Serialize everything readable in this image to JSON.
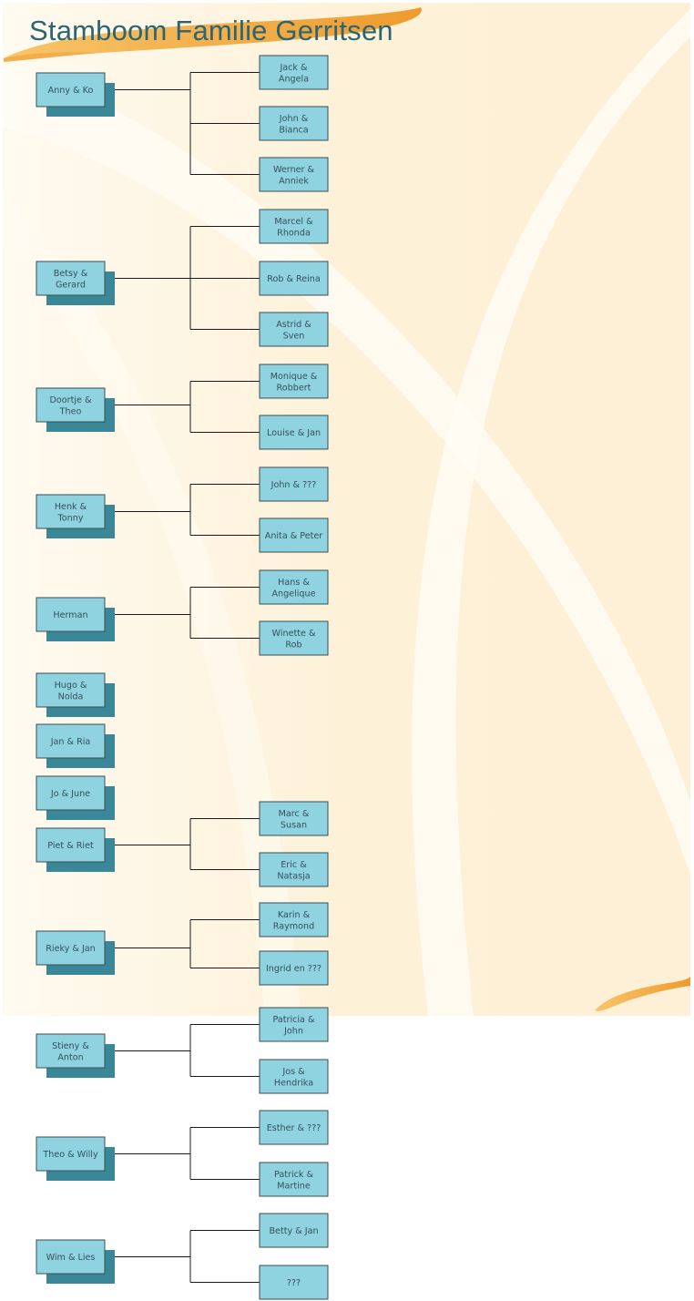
{
  "title": "Stamboom Familie Gerritsen",
  "colors": {
    "box_fill": "#8fd3e0",
    "box_border": "#3c4c52",
    "box_shadow": "#3a8797",
    "title": "#2b6574",
    "background_cream": "#fdf3dc",
    "accent_orange": "#f0a43c"
  },
  "families": [
    {
      "parents": [
        "Anny & Ko"
      ],
      "children": [
        [
          "Jack &",
          "Angela"
        ],
        [
          "John &",
          "Bianca"
        ],
        [
          "Werner  &",
          "Anniek"
        ]
      ]
    },
    {
      "parents": [
        "Betsy &",
        "Gerard"
      ],
      "children": [
        [
          "Marcel &",
          "Rhonda"
        ],
        [
          "Rob & Reina"
        ],
        [
          "Astrid &",
          "Sven"
        ]
      ]
    },
    {
      "parents": [
        "Doortje &",
        "Theo"
      ],
      "children": [
        [
          "Monique &",
          "Robbert"
        ],
        [
          "Louise & Jan"
        ]
      ]
    },
    {
      "parents": [
        "Henk &",
        "Tonny"
      ],
      "children": [
        [
          "John & ???"
        ],
        [
          "Anita & Peter"
        ]
      ]
    },
    {
      "parents": [
        "Herman"
      ],
      "children": [
        [
          "Hans &",
          "Angelique"
        ],
        [
          "Winette &",
          "Rob"
        ]
      ]
    },
    {
      "parents": [
        "Hugo &",
        "Nolda"
      ],
      "children": []
    },
    {
      "parents": [
        "Jan & Ria"
      ],
      "children": []
    },
    {
      "parents": [
        "Jo & June"
      ],
      "children": []
    },
    {
      "parents": [
        "Piet & Riet"
      ],
      "children": [
        [
          "Marc &",
          "Susan"
        ],
        [
          "Eric &",
          "Natasja"
        ]
      ]
    },
    {
      "parents": [
        "Rieky & Jan"
      ],
      "children": [
        [
          "Karin &",
          "Raymond"
        ],
        [
          "Ingrid en ???"
        ]
      ]
    },
    {
      "parents": [
        "Stieny &",
        "Anton"
      ],
      "children": [
        [
          "Patricia &",
          "John"
        ],
        [
          "Jos &",
          "Hendrika"
        ]
      ]
    },
    {
      "parents": [
        "Theo & Willy"
      ],
      "children": [
        [
          "Esther & ???"
        ],
        [
          "Patrick &",
          "Martine"
        ]
      ]
    },
    {
      "parents": [
        "Wim & Lies"
      ],
      "children": [
        [
          "Betty & Jan"
        ],
        [
          "???"
        ]
      ]
    }
  ]
}
